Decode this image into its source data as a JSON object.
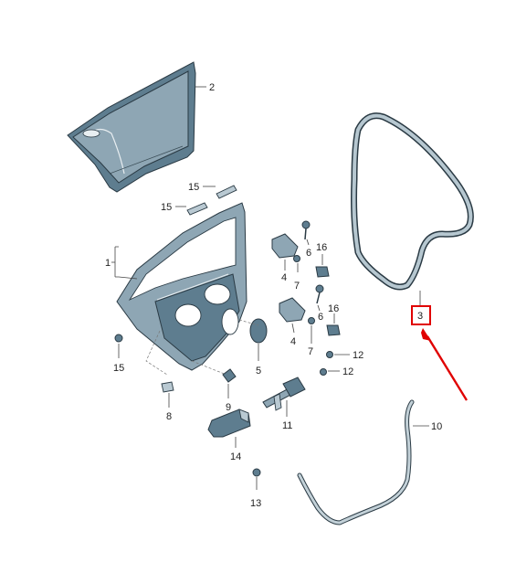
{
  "callouts": {
    "c1": "1",
    "c2": "2",
    "c3": "3",
    "c4a": "4",
    "c4b": "4",
    "c5": "5",
    "c6a": "6",
    "c6b": "6",
    "c7a": "7",
    "c7b": "7",
    "c8": "8",
    "c9": "9",
    "c10": "10",
    "c11": "11",
    "c12a": "12",
    "c12b": "12",
    "c13": "13",
    "c14": "14",
    "c15a": "15",
    "c15b": "15",
    "c15c": "15",
    "c16a": "16",
    "c16b": "16"
  },
  "highlight": {
    "part_number": "3",
    "box_color": "#e00000",
    "arrow_color": "#e00000"
  },
  "colors": {
    "part_fill": "#5e7d8f",
    "part_outline": "#2a3a44",
    "label_text": "#222222"
  }
}
